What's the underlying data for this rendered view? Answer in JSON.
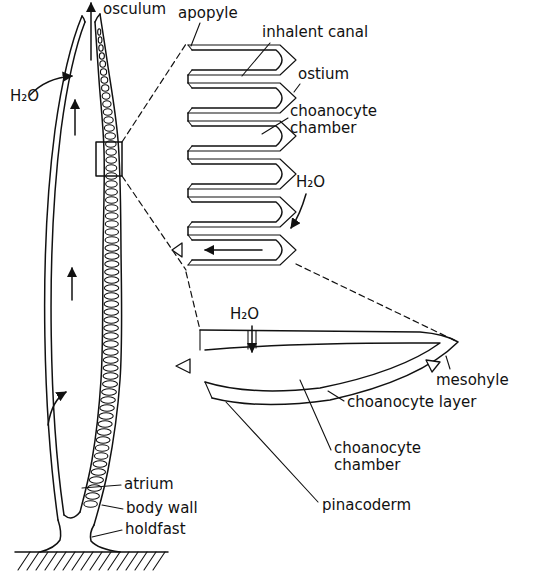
{
  "diagram": {
    "labels": [
      "osculum",
      "apopyle",
      "inhalent canal",
      "H₂O",
      "ostium",
      "choanocyte chamber",
      "H₂O",
      "H₂O",
      "mesohyle",
      "choanocyte layer",
      "choanocyte chamber",
      "pinacoderm",
      "atrium",
      "body wall",
      "holdfast"
    ]
  }
}
